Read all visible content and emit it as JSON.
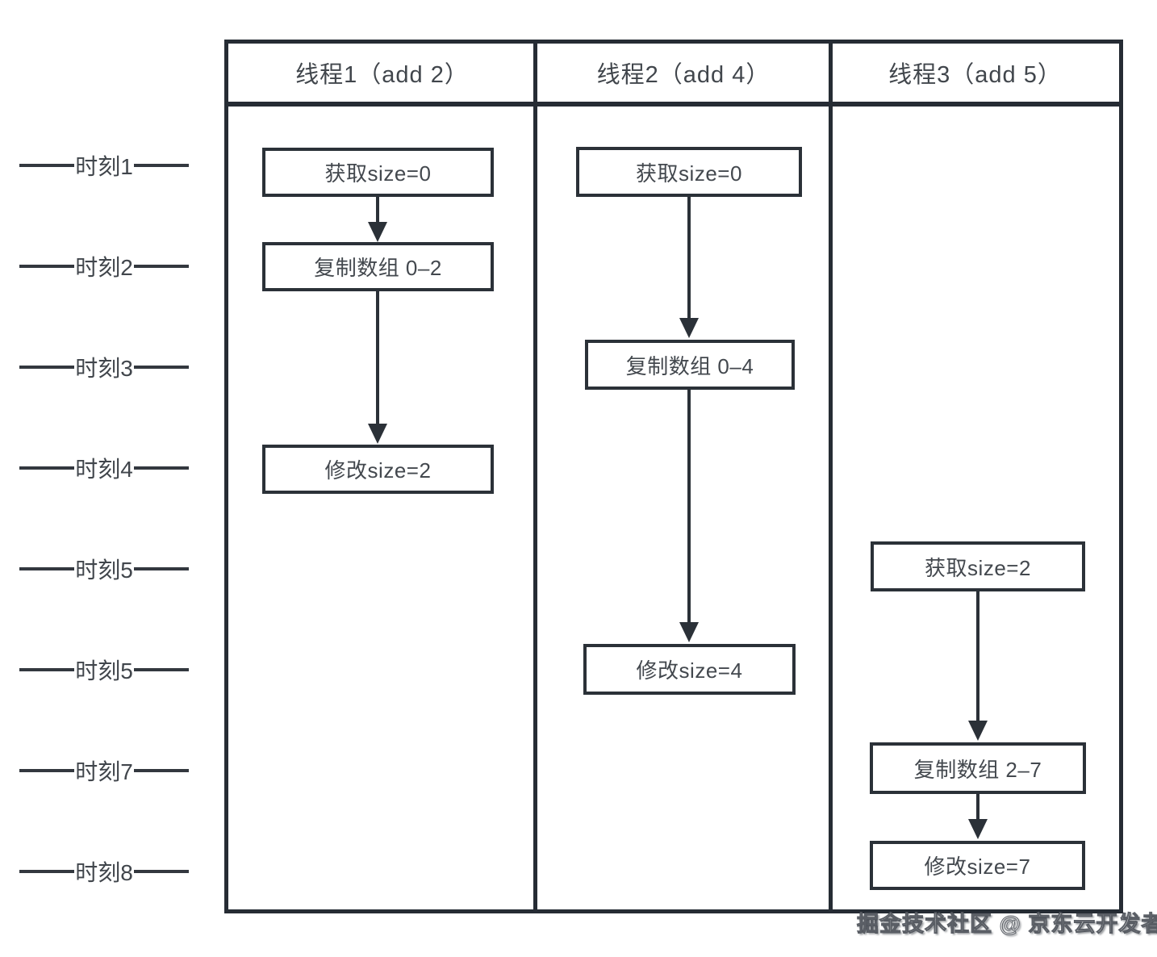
{
  "headers": [
    {
      "label": "线程1（add 2）"
    },
    {
      "label": "线程2（add 4）"
    },
    {
      "label": "线程3（add 5）"
    }
  ],
  "timeline": [
    "时刻1",
    "时刻2",
    "时刻3",
    "时刻4",
    "时刻5",
    "时刻5",
    "时刻7",
    "时刻8"
  ],
  "threads": {
    "thread1": {
      "boxes": [
        "获取size=0",
        "复制数组 0–2",
        "修改size=2"
      ]
    },
    "thread2": {
      "boxes": [
        "获取size=0",
        "复制数组 0–4",
        "修改size=4"
      ]
    },
    "thread3": {
      "boxes": [
        "获取size=2",
        "复制数组 2–7",
        "修改size=7"
      ]
    }
  },
  "watermark": "掘金技术社区 @ 京东云开发者",
  "colors": {
    "grid_border": "#262c34",
    "box_border": "#2b3138",
    "text": "#3d4248",
    "background": "#ffffff"
  }
}
